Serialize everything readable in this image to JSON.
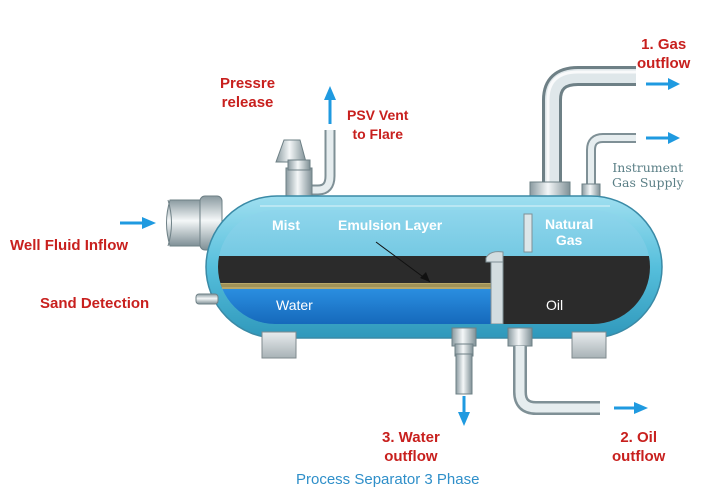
{
  "diagram": {
    "caption": "Process Separator 3 Phase",
    "labels": {
      "gas_outflow": [
        "1. Gas",
        "outflow"
      ],
      "pressure_release": [
        "Pressre",
        "release"
      ],
      "psv_vent": [
        "PSV Vent",
        "to Flare"
      ],
      "instrument_gas": [
        "Instrument",
        "Gas Supply"
      ],
      "well_fluid_inflow": "Well Fluid Inflow",
      "sand_detection": "Sand Detection",
      "water_outflow": [
        "3. Water",
        "outflow"
      ],
      "oil_outflow": [
        "2. Oil",
        "outflow"
      ]
    },
    "vessel_zones": {
      "mist": "Mist",
      "emulsion_layer": "Emulsion Layer",
      "natural_gas": [
        "Natural",
        "Gas"
      ],
      "water": "Water",
      "oil": "Oil"
    }
  }
}
